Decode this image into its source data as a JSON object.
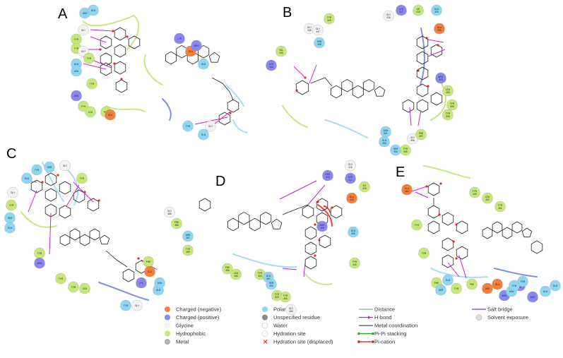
{
  "panels": [
    {
      "id": "A",
      "label": "A",
      "residues": [
        {
          "name": "ASN",
          "num": "",
          "type": "polar"
        },
        {
          "name": "GLN",
          "num": "",
          "type": "polar"
        },
        {
          "name": "GLY",
          "num": "",
          "type": "glycine"
        },
        {
          "name": "TYR",
          "num": "",
          "type": "hydrophobic"
        },
        {
          "name": "TYR",
          "num": "",
          "type": "hydrophobic"
        },
        {
          "name": "GLY",
          "num": "",
          "type": "glycine"
        },
        {
          "name": "TYR",
          "num": "",
          "type": "hydrophobic"
        },
        {
          "name": "GLN",
          "num": "",
          "type": "polar"
        },
        {
          "name": "ASN",
          "num": "",
          "type": "polar"
        },
        {
          "name": "TYR",
          "num": "",
          "type": "hydrophobic"
        },
        {
          "name": "ARG",
          "num": "",
          "type": "positive"
        },
        {
          "name": "TYR",
          "num": "",
          "type": "hydrophobic"
        },
        {
          "name": "LEU",
          "num": "",
          "type": "hydrophobic"
        },
        {
          "name": "PHE",
          "num": "",
          "type": "hydrophobic"
        },
        {
          "name": "GLU",
          "num": "",
          "type": "negative"
        },
        {
          "name": "LYS",
          "num": "",
          "type": "positive"
        },
        {
          "name": "GLU",
          "num": "",
          "type": "negative"
        },
        {
          "name": "GLN",
          "num": "",
          "type": "polar"
        },
        {
          "name": "ARG",
          "num": "",
          "type": "positive"
        },
        {
          "name": "TYR",
          "num": "",
          "type": "polar"
        },
        {
          "name": "GLN",
          "num": "",
          "type": "polar"
        },
        {
          "name": "GLY",
          "num": "",
          "type": "glycine"
        }
      ]
    },
    {
      "id": "B",
      "label": "B",
      "residues": [
        {
          "name": "LYS",
          "num": "417",
          "type": "positive"
        },
        {
          "name": "ILE",
          "num": "418",
          "type": "hydrophobic"
        },
        {
          "name": "GLN",
          "num": "409",
          "type": "polar"
        },
        {
          "name": "GLY",
          "num": "416",
          "type": "glycine"
        },
        {
          "name": "GLU",
          "num": "406",
          "type": "negative"
        },
        {
          "name": "GLY",
          "num": "446",
          "type": "glycine"
        },
        {
          "name": "GLY",
          "num": "447",
          "type": "glycine"
        },
        {
          "name": "TYR",
          "num": "449",
          "type": "hydrophobic"
        },
        {
          "name": "ASN",
          "num": "448",
          "type": "polar"
        },
        {
          "name": "VAL",
          "num": "445",
          "type": "hydrophobic"
        },
        {
          "name": "LYS",
          "num": "444",
          "type": "positive"
        },
        {
          "name": "ARG",
          "num": "403",
          "type": "positive"
        },
        {
          "name": "LEU",
          "num": "455",
          "type": "hydrophobic"
        },
        {
          "name": "TYR",
          "num": "453",
          "type": "hydrophobic"
        },
        {
          "name": "TYR",
          "num": "505",
          "type": "hydrophobic"
        },
        {
          "name": "ASN",
          "num": "501",
          "type": "polar"
        },
        {
          "name": "GLN",
          "num": "493",
          "type": "polar"
        },
        {
          "name": "SER",
          "num": "494",
          "type": "polar"
        },
        {
          "name": "TYR",
          "num": "495",
          "type": "hydrophobic"
        },
        {
          "name": "GLY",
          "num": "496",
          "type": "glycine"
        },
        {
          "name": "PHE",
          "num": "497",
          "type": "hydrophobic"
        }
      ]
    },
    {
      "id": "C",
      "label": "C",
      "residues": [
        {
          "name": "GLN",
          "num": "",
          "type": "polar"
        },
        {
          "name": "TYR",
          "num": "",
          "type": "polar"
        },
        {
          "name": "ASN",
          "num": "",
          "type": "polar"
        },
        {
          "name": "GLY",
          "num": "",
          "type": "glycine"
        },
        {
          "name": "TYR",
          "num": "",
          "type": "hydrophobic"
        },
        {
          "name": "GLY",
          "num": "",
          "type": "glycine"
        },
        {
          "name": "TYR",
          "num": "",
          "type": "hydrophobic"
        },
        {
          "name": "SER",
          "num": "",
          "type": "polar"
        },
        {
          "name": "GLN",
          "num": "",
          "type": "polar"
        },
        {
          "name": "TYR",
          "num": "",
          "type": "hydrophobic"
        },
        {
          "name": "ARG",
          "num": "",
          "type": "positive"
        },
        {
          "name": "TYR",
          "num": "",
          "type": "hydrophobic"
        },
        {
          "name": "TYR",
          "num": "",
          "type": "hydrophobic"
        },
        {
          "name": "LEU",
          "num": "",
          "type": "hydrophobic"
        },
        {
          "name": "PHE",
          "num": "",
          "type": "hydrophobic"
        },
        {
          "name": "GLU",
          "num": "",
          "type": "negative"
        },
        {
          "name": "LYS",
          "num": "",
          "type": "positive"
        },
        {
          "name": "GLN",
          "num": "",
          "type": "polar"
        },
        {
          "name": "ASN",
          "num": "",
          "type": "polar"
        },
        {
          "name": "TYR",
          "num": "",
          "type": "polar"
        },
        {
          "name": "GLY",
          "num": "",
          "type": "glycine"
        }
      ]
    },
    {
      "id": "D",
      "label": "D",
      "residues": [
        {
          "name": "ARG",
          "num": "403",
          "type": "positive"
        },
        {
          "name": "GLY",
          "num": "416",
          "type": "glycine"
        },
        {
          "name": "LYS",
          "num": "417",
          "type": "positive"
        },
        {
          "name": "ILE",
          "num": "418",
          "type": "hydrophobic"
        },
        {
          "name": "GLU",
          "num": "406",
          "type": "negative"
        },
        {
          "name": "GLY",
          "num": "485",
          "type": "glycine"
        },
        {
          "name": "PHE",
          "num": "486",
          "type": "hydrophobic"
        },
        {
          "name": "ASN",
          "num": "487",
          "type": "polar"
        },
        {
          "name": "TYR",
          "num": "489",
          "type": "hydrophobic"
        },
        {
          "name": "ARG",
          "num": "408",
          "type": "positive"
        },
        {
          "name": "GLN",
          "num": "409",
          "type": "polar"
        },
        {
          "name": "PHE",
          "num": "456",
          "type": "hydrophobic"
        },
        {
          "name": "LEU",
          "num": "455",
          "type": "hydrophobic"
        },
        {
          "name": "TYR",
          "num": "453",
          "type": "hydrophobic"
        },
        {
          "name": "GLN",
          "num": "493",
          "type": "polar"
        },
        {
          "name": "SER",
          "num": "494",
          "type": "polar"
        },
        {
          "name": "TYR",
          "num": "505",
          "type": "hydrophobic"
        },
        {
          "name": "TYR",
          "num": "495",
          "type": "hydrophobic"
        },
        {
          "name": "GLY",
          "num": "496",
          "type": "glycine"
        },
        {
          "name": "TYR",
          "num": "449",
          "type": "hydrophobic"
        }
      ]
    },
    {
      "id": "E",
      "label": "E",
      "residues": [
        {
          "name": "GLU",
          "num": "484",
          "type": "negative"
        },
        {
          "name": "TYR",
          "num": "449",
          "type": "hydrophobic"
        },
        {
          "name": "LEU",
          "num": "452",
          "type": "hydrophobic"
        },
        {
          "name": "TYR",
          "num": "451",
          "type": "hydrophobic"
        },
        {
          "name": "TYR",
          "num": "",
          "type": "hydrophobic"
        },
        {
          "name": "TYR",
          "num": "",
          "type": "hydrophobic"
        },
        {
          "name": "PHE",
          "num": "",
          "type": "hydrophobic"
        },
        {
          "name": "GLN",
          "num": "",
          "type": "polar"
        },
        {
          "name": "SER",
          "num": "",
          "type": "polar"
        },
        {
          "name": "TYR",
          "num": "",
          "type": "hydrophobic"
        },
        {
          "name": "PHE",
          "num": "",
          "type": "hydrophobic"
        },
        {
          "name": "ASP",
          "num": "",
          "type": "negative"
        },
        {
          "name": "GLU",
          "num": "",
          "type": "negative"
        },
        {
          "name": "ARG",
          "num": "",
          "type": "positive"
        },
        {
          "name": "LYS",
          "num": "417",
          "type": "positive"
        },
        {
          "name": "ASN",
          "num": "",
          "type": "polar"
        },
        {
          "name": "ARG",
          "num": "",
          "type": "positive"
        },
        {
          "name": "GLN",
          "num": "",
          "type": "polar"
        },
        {
          "name": "THR",
          "num": "",
          "type": "polar"
        },
        {
          "name": "GLN",
          "num": "",
          "type": "polar"
        },
        {
          "name": "TYR",
          "num": "",
          "type": "polar"
        }
      ]
    }
  ],
  "colors": {
    "negative": "#f08040",
    "positive": "#8888ee",
    "glycine": "#f2f2f2",
    "hydrophobic": "#c6e77a",
    "metal": "#b0b0b0",
    "polar": "#8fd6f2",
    "unspecified": "#888888",
    "water": "#ffffff",
    "hbond": "#cc22cc",
    "salt_bridge": "#9b30c0",
    "pipi": "#22aa22",
    "pication": "#ee1111",
    "distance": "#66cc66",
    "metal_coord": "#555555"
  },
  "legend": {
    "col1": [
      {
        "label": "Charged (negative)",
        "swatch": "negative"
      },
      {
        "label": "Charged (positive)",
        "swatch": "positive"
      },
      {
        "label": "Glycine",
        "swatch": "glycine"
      },
      {
        "label": "Hydrophobic",
        "swatch": "hydrophobic"
      },
      {
        "label": "Metal",
        "swatch": "metal"
      }
    ],
    "col2": [
      {
        "label": "Polar",
        "swatch": "polar"
      },
      {
        "label": "Unspecified residue",
        "swatch": "unspecified"
      },
      {
        "label": "Water",
        "swatch": "water"
      },
      {
        "label": "Hydration site",
        "swatch": "water"
      },
      {
        "label": "Hydration site (displaced)",
        "swatch": "cross"
      }
    ],
    "col3": [
      {
        "label": "Distance",
        "line": "distance"
      },
      {
        "label": "H-bond",
        "line": "hbond"
      },
      {
        "label": "Metal coordination",
        "line": "metal_coord"
      },
      {
        "label": "Pi-Pi stacking",
        "line": "pipi"
      },
      {
        "label": "Pi-cation",
        "line": "pication"
      }
    ],
    "col4": [
      {
        "label": "Salt bridge",
        "line": "salt_bridge"
      },
      {
        "label": "Solvent exposure",
        "swatch": "solvent"
      }
    ]
  }
}
